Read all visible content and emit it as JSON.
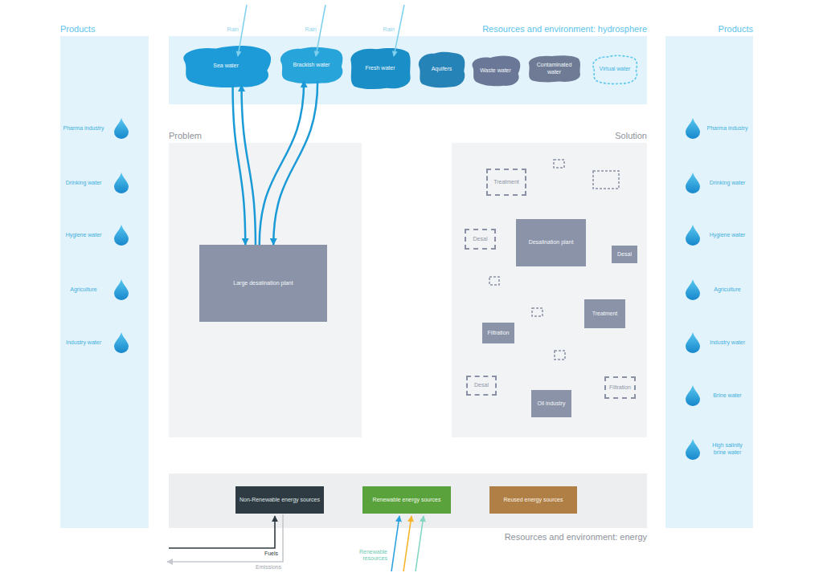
{
  "diagram": {
    "nodes": [
      {
        "text": [
          "Products"
        ]
      },
      {
        "text": [
          "Pharma industry"
        ],
        "in": 0
      },
      {
        "text": [
          "Drinking water"
        ],
        "in": 0
      },
      {
        "text": [
          "Hygiene water"
        ],
        "in": 0
      },
      {
        "text": [
          "Agriculture"
        ],
        "in": 0
      },
      {
        "text": [
          "Industry water"
        ],
        "in": 0
      },
      {
        "text": [
          "Resources and environment: hydrosphere"
        ]
      },
      {
        "text": [
          "Sea water"
        ],
        "in": 6
      },
      {
        "text": [
          "Brackish water"
        ],
        "in": 6
      },
      {
        "text": [
          "Fresh water"
        ],
        "in": 6
      },
      {
        "text": [
          "Aquifers"
        ],
        "in": 6
      },
      {
        "text": [
          "Waste water"
        ],
        "in": 6
      },
      {
        "text": [
          "Contaminated water"
        ],
        "in": 6
      },
      {
        "text": [
          "Virtual water"
        ],
        "in": 6
      },
      {
        "text": [
          "Problem"
        ]
      },
      {
        "text": [
          "Large desalination plant"
        ],
        "in": 14
      },
      {
        "text": [
          "Solution"
        ]
      },
      {
        "text": [
          "Treatment"
        ],
        "in": 16
      },
      {
        "text": [
          "Desal"
        ],
        "in": 16
      },
      {
        "text": [
          "Desalination plant"
        ],
        "in": 16
      },
      {
        "text": [
          "Desal"
        ],
        "in": 16
      },
      {
        "text": [
          "Treatment"
        ],
        "in": 16
      },
      {
        "text": [
          "Filtration"
        ],
        "in": 16
      },
      {
        "text": [
          "Desal"
        ],
        "in": 16
      },
      {
        "text": [
          "Filtration"
        ],
        "in": 16
      },
      {
        "text": [
          "Oil industry"
        ],
        "in": 16
      },
      {
        "text": [
          "Resources and environment: energy"
        ]
      },
      {
        "text": [
          "Non-Renewable energy sources"
        ],
        "in": 26
      },
      {
        "text": [
          "Renewable energy sources"
        ],
        "in": 26
      },
      {
        "text": [
          "Reused energy sources"
        ],
        "in": 26
      },
      {
        "text": [
          "Products"
        ]
      },
      {
        "text": [
          "Pharma industry"
        ],
        "in": 30
      },
      {
        "text": [
          "Drinking water"
        ],
        "in": 30
      },
      {
        "text": [
          "Hygiene water"
        ],
        "in": 30
      },
      {
        "text": [
          "Agriculture"
        ],
        "in": 30
      },
      {
        "text": [
          "Industry water"
        ],
        "in": 30
      },
      {
        "text": [
          "Brine water"
        ],
        "in": 30
      },
      {
        "text": [
          "High salinity brine water"
        ],
        "in": 30
      }
    ],
    "edges": [
      {
        "from": 7,
        "to": 15,
        "arrow": "to"
      },
      {
        "from": 15,
        "to": 7,
        "arrow": "to"
      },
      {
        "from": 8,
        "to": 15,
        "arrow": "to"
      },
      {
        "from": 15,
        "to": 8,
        "arrow": "to"
      }
    ],
    "labels": [
      "Rain",
      "Rain",
      "Rain",
      "Fuels",
      "Emissions",
      "Renewable resources"
    ]
  }
}
